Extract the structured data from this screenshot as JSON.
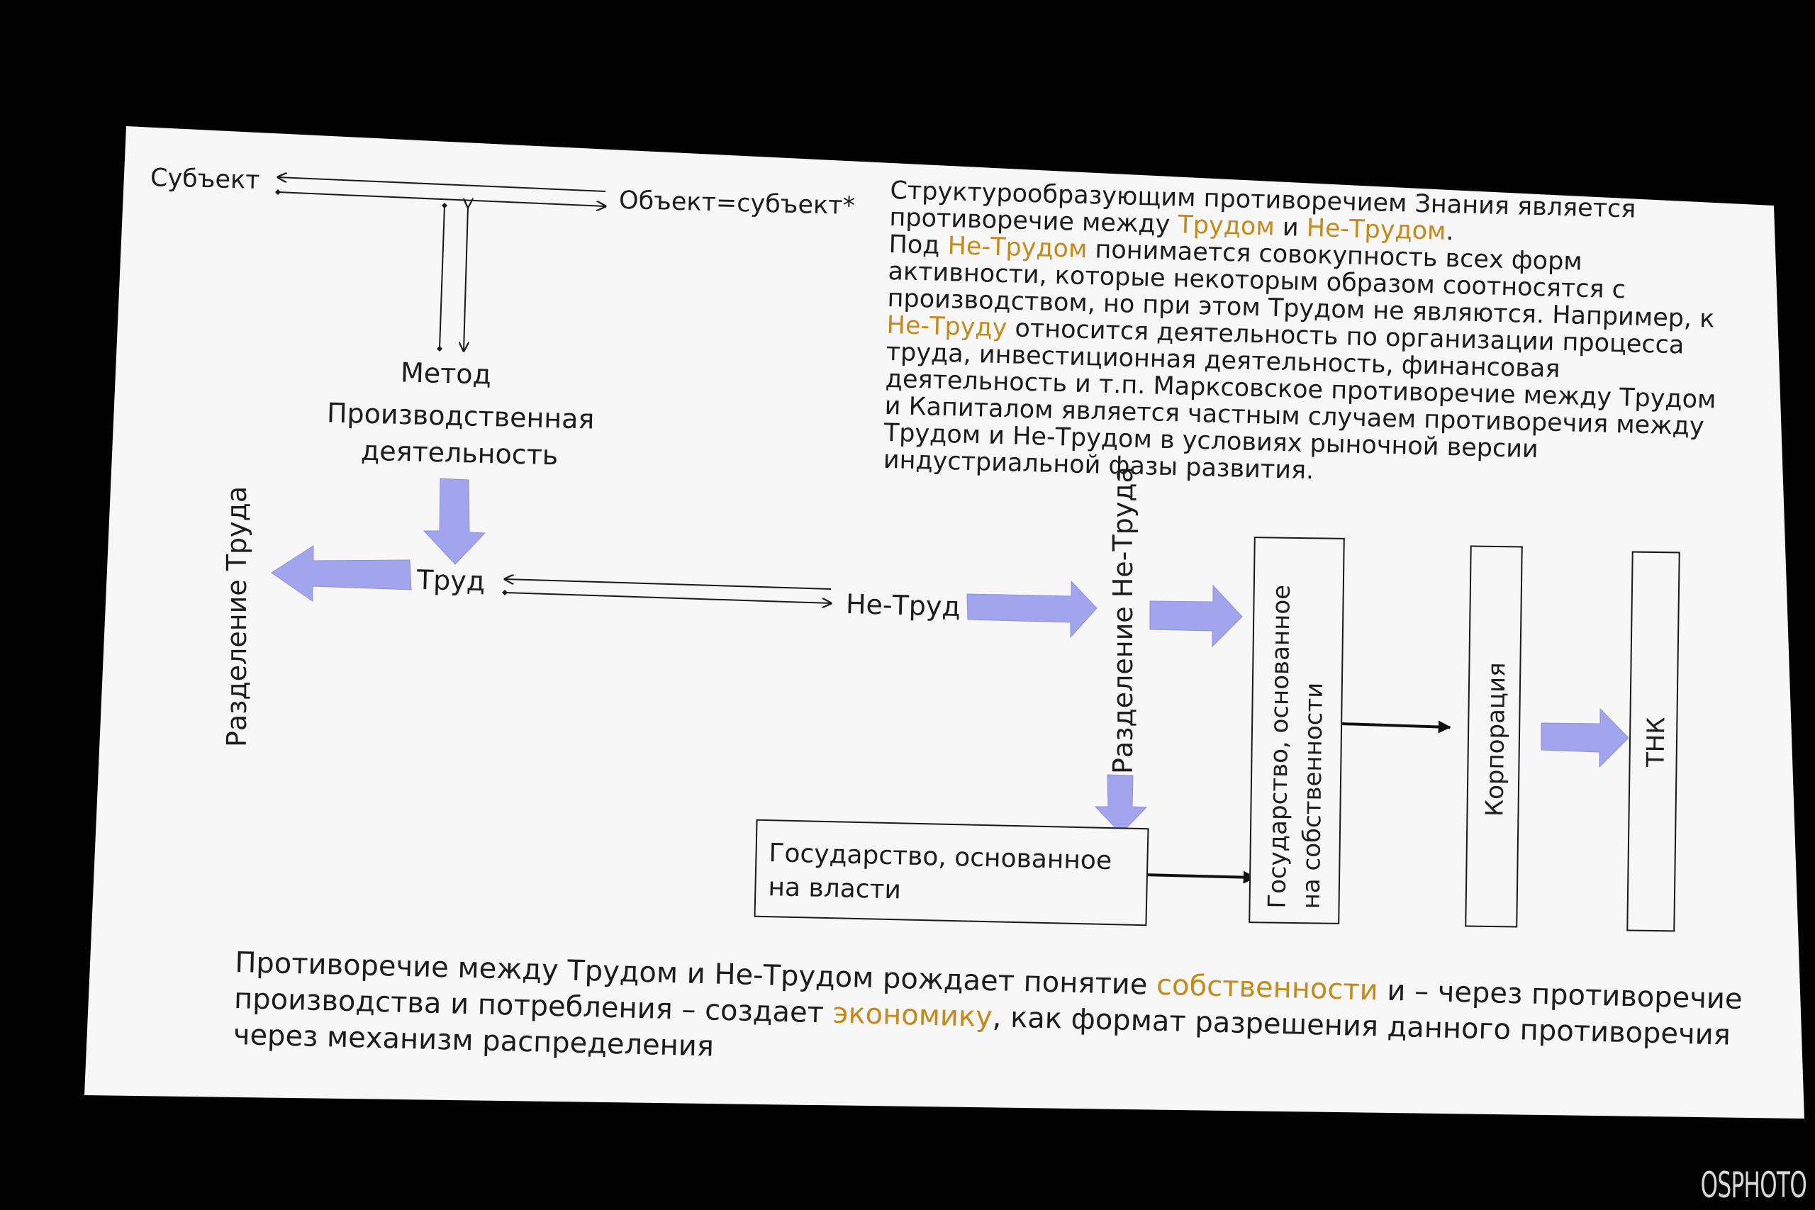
{
  "diagram": {
    "subject": "Субъект",
    "object": "Объект=субъект*",
    "method": "Метод",
    "production_line1": "Производственная",
    "production_line2": "деятельность",
    "labor": "Труд",
    "non_labor": "Не-Труд",
    "division_labor": "Разделение Труда",
    "division_non_labor": "Разделение Не-Труда",
    "state_power_line1": "Государство, основанное",
    "state_power_line2": "на власти",
    "state_property_line1": "Государство, основанное",
    "state_property_line2": "на собственности",
    "corporation": "Корпорация",
    "tnk": "ТНК"
  },
  "description": {
    "s1_before": "Структурообразующим противоречием Знания является противоречие между ",
    "s1_hl1": "Трудом",
    "s1_mid": " и ",
    "s1_hl2": "Не-Трудом",
    "s1_end": ".",
    "s2_before": "Под ",
    "s2_hl1": "Не-Трудом",
    "s2_mid": " понимается совокупность всех форм активности, которые некоторым образом соотносятся с производством, но при этом Трудом не являются. Например, к ",
    "s2_hl2": "Не-Труду",
    "s2_end": " относится деятельность по организации процесса труда, инвестиционная деятельность, финансовая деятельность и т.п. Марксовское противоречие между Трудом и Капиталом является частным случаем противоречия между Трудом и Не-Трудом в условиях рыночной версии индустриальной фазы развития."
  },
  "conclusion": {
    "part1": "Противоречие между Трудом и Не-Трудом рождает понятие ",
    "hl1": "собственности",
    "part2": " и – через противоречие производства и потребления – создает  ",
    "hl2": "экономику",
    "part3": ", как формат разрешения данного противоречия через механизм распределения"
  },
  "watermark": "OSPHOTO",
  "colors": {
    "background": "#020203",
    "slide": "#f7f7f7",
    "highlight": "#c48a1e",
    "arrow_fill": "#a2a4ee",
    "text": "#1c1c1c"
  }
}
